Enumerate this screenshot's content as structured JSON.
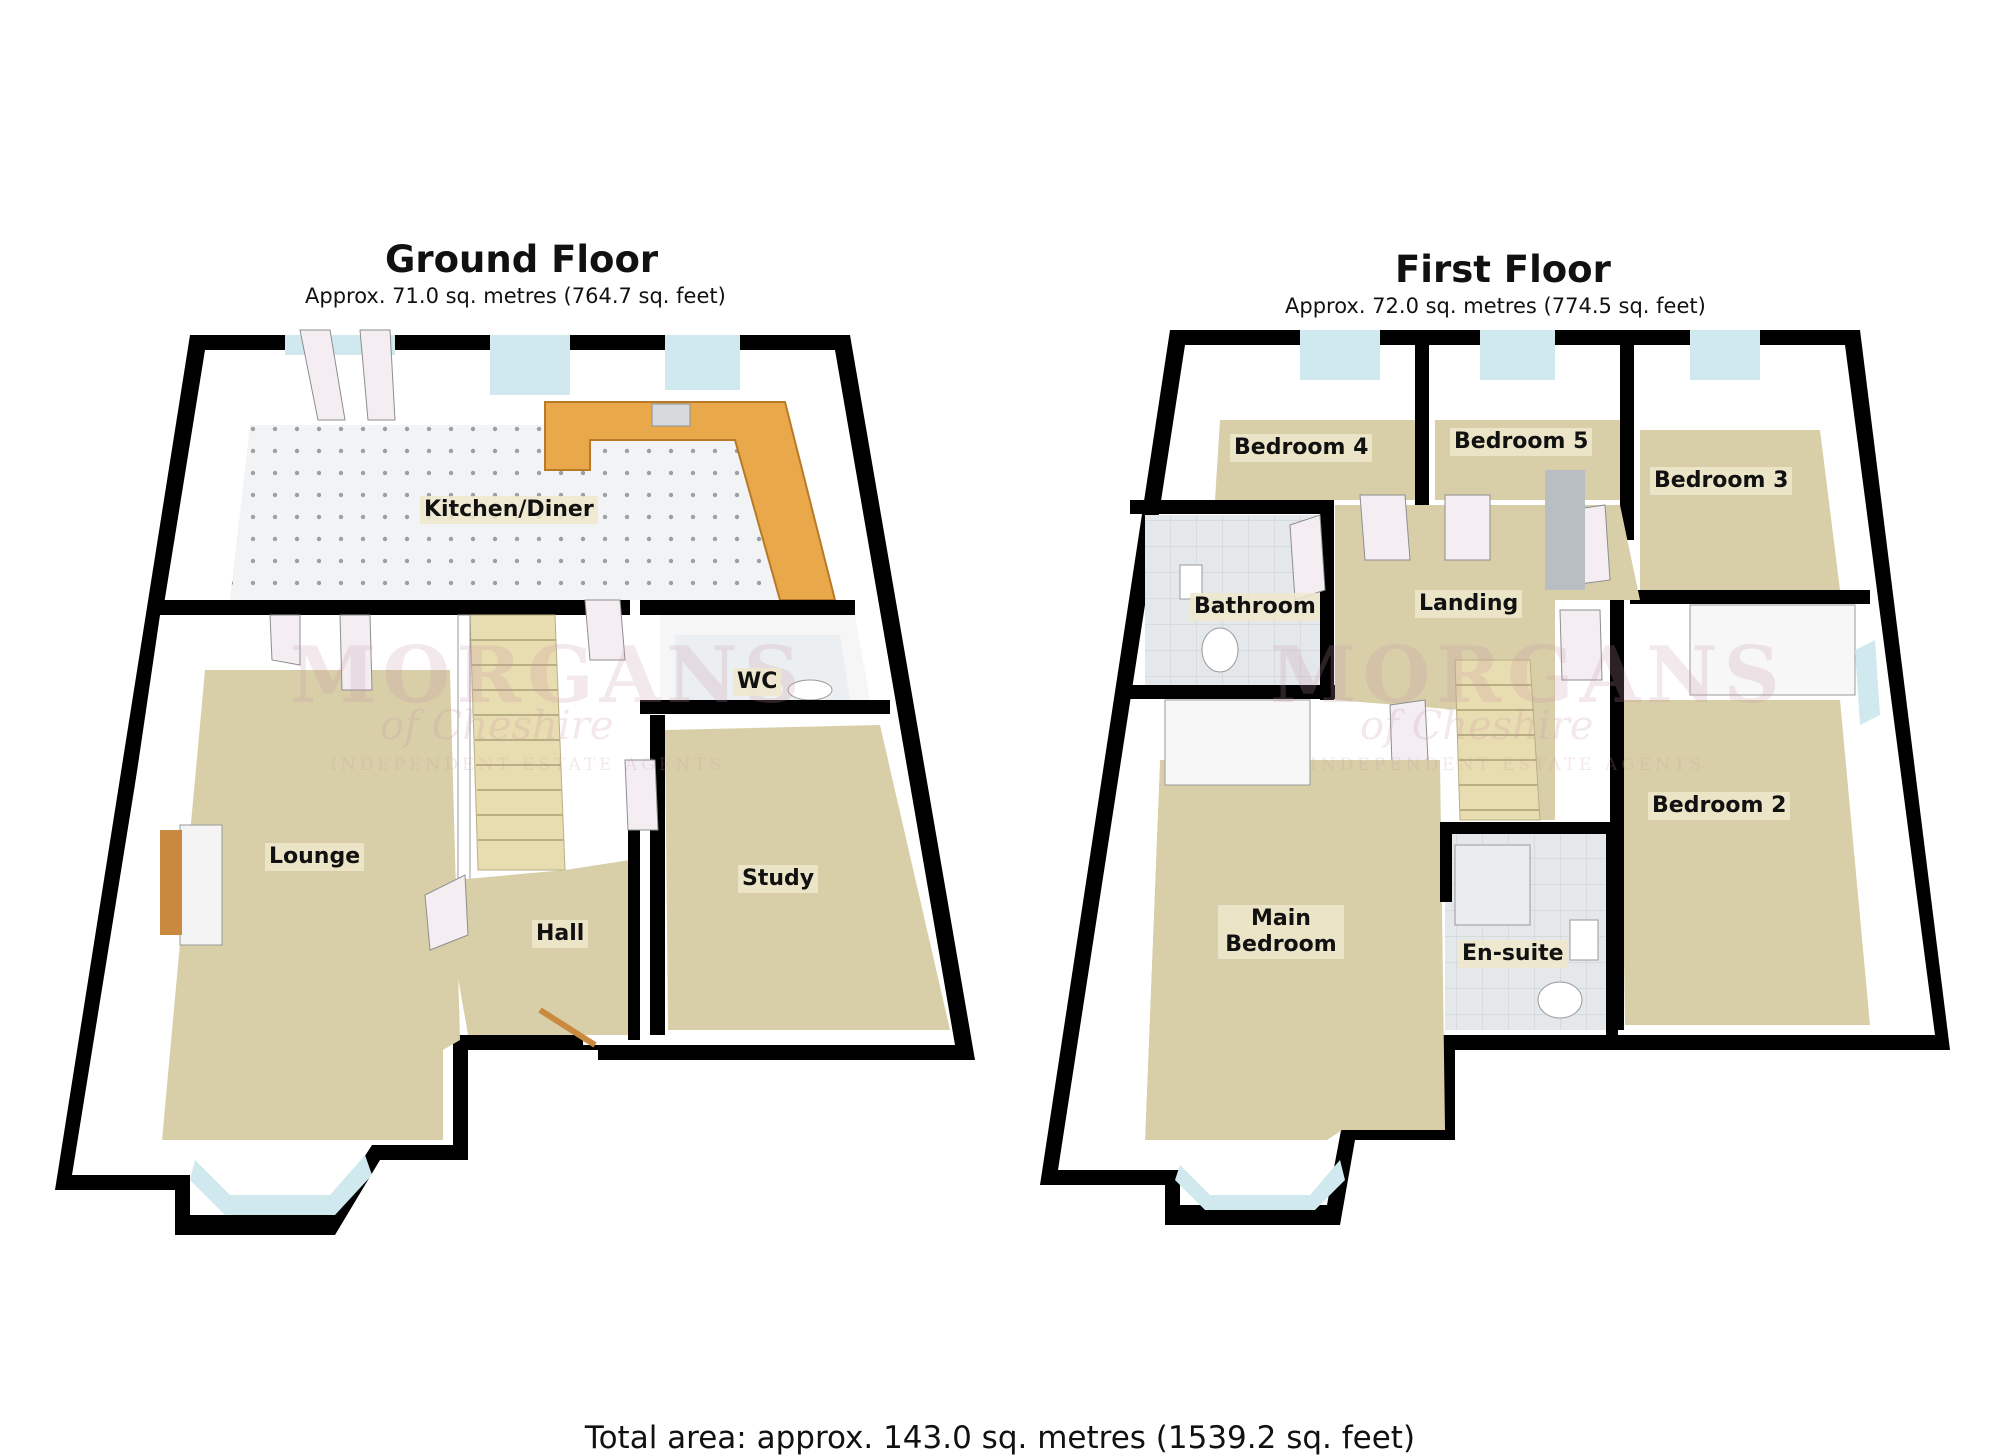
{
  "ground_floor": {
    "title": "Ground Floor",
    "area": "Approx. 71.0 sq. metres (764.7 sq. feet)",
    "rooms": {
      "kitchen_diner": "Kitchen/Diner",
      "lounge": "Lounge",
      "hall": "Hall",
      "wc": "WC",
      "study": "Study"
    }
  },
  "first_floor": {
    "title": "First Floor",
    "area": "Approx. 72.0 sq. metres (774.5 sq. feet)",
    "rooms": {
      "bedroom_4": "Bedroom 4",
      "bedroom_5": "Bedroom 5",
      "bedroom_3": "Bedroom 3",
      "bathroom": "Bathroom",
      "landing": "Landing",
      "bedroom_2": "Bedroom 2",
      "main_bedroom": "Main Bedroom",
      "en_suite": "En-suite"
    }
  },
  "total_area": "Total area: approx. 143.0 sq. metres (1539.2 sq. feet)",
  "watermark": {
    "brand": "MORGANS",
    "script": "of Cheshire",
    "tagline": "INDEPENDENT ESTATE AGENTS"
  },
  "colors": {
    "wall": "#000000",
    "wall_inner": "#ffffff",
    "carpet": "#d8cfa8",
    "tile_floor": "#eef1f3",
    "worktop": "#e9a84a",
    "window": "#cfe9ee",
    "stairs": "#e8ddb0"
  }
}
